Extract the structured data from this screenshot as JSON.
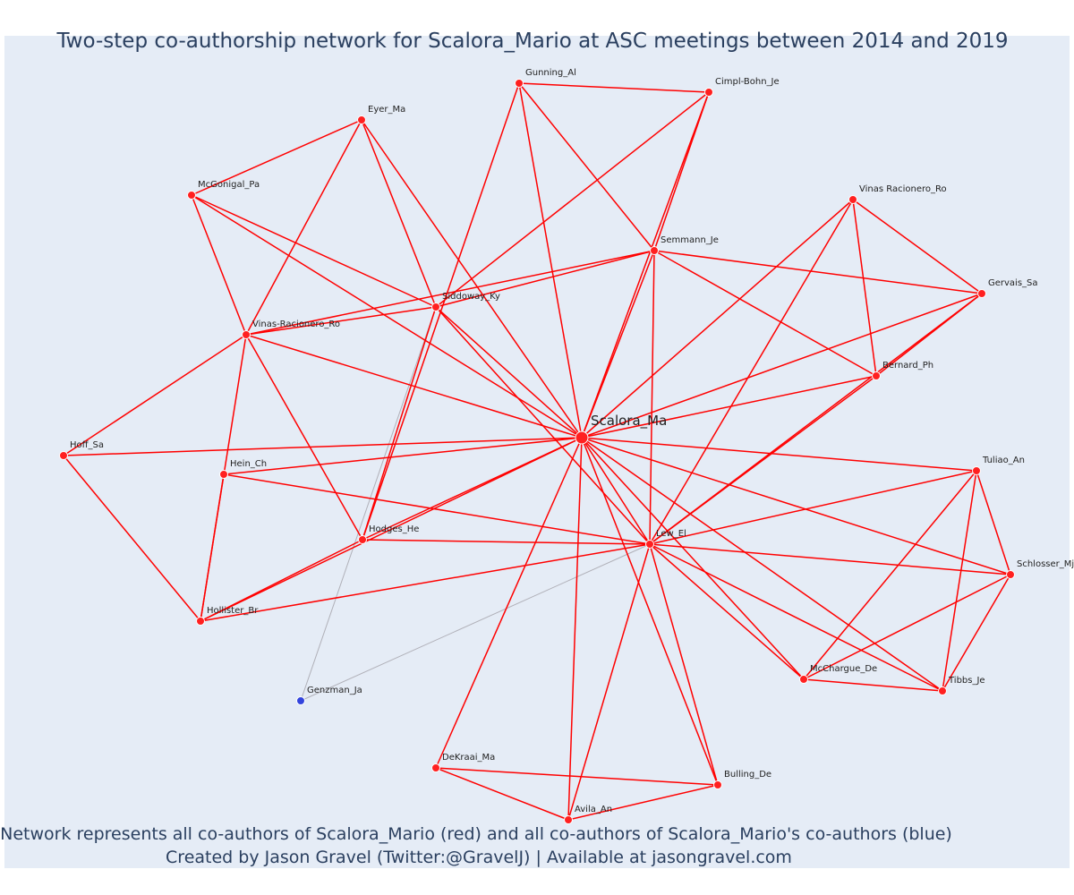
{
  "title": "Two-step co-authorship network for Scalora_Mario at ASC meetings between 2014 and 2019",
  "caption": {
    "line1": "Network represents all co-authors of Scalora_Mario (red) and all co-authors of Scalora_Mario's co-authors (blue)",
    "line2": "Created by Jason Gravel (Twitter:@GravelJ) | Available at jasongravel.com"
  },
  "colors": {
    "plot_bg": "#e5ecf6",
    "red_node": "#ff2020",
    "red_edge": "#ff0000",
    "blue_node": "#3344dd",
    "grey_edge": "#b0b0b8",
    "title_text": "#2a3f5f"
  },
  "nodes": [
    {
      "id": "Scalora_Ma",
      "label": "Scalora_Ma",
      "group": "red",
      "main": true
    },
    {
      "id": "Gunning_Al",
      "label": "Gunning_Al",
      "group": "red"
    },
    {
      "id": "Cimpl-Bohn_Je",
      "label": "Cimpl-Bohn_Je",
      "group": "red"
    },
    {
      "id": "Eyer_Ma",
      "label": "Eyer_Ma",
      "group": "red"
    },
    {
      "id": "McGonigal_Pa",
      "label": "McGonigal_Pa",
      "group": "red"
    },
    {
      "id": "Vinas Racionero_Ro",
      "label": "Vinas Racionero_Ro",
      "group": "red"
    },
    {
      "id": "Semmann_Je",
      "label": "Semmann_Je",
      "group": "red"
    },
    {
      "id": "Gervais_Sa",
      "label": "Gervais_Sa",
      "group": "red"
    },
    {
      "id": "Siddoway_Ky",
      "label": "Siddoway_Ky",
      "group": "red"
    },
    {
      "id": "Vinas-Racionero_Ro",
      "label": "Vinas-Racionero_Ro",
      "group": "red"
    },
    {
      "id": "Bernard_Ph",
      "label": "Bernard_Ph",
      "group": "red"
    },
    {
      "id": "Hoff_Sa",
      "label": "Hoff_Sa",
      "group": "red"
    },
    {
      "id": "Hein_Ch",
      "label": "Hein_Ch",
      "group": "red"
    },
    {
      "id": "Tuliao_An",
      "label": "Tuliao_An",
      "group": "red"
    },
    {
      "id": "Hodges_He",
      "label": "Hodges_He",
      "group": "red"
    },
    {
      "id": "Lew_El",
      "label": "Lew_El",
      "group": "red"
    },
    {
      "id": "Schlosser_Mj",
      "label": "Schlosser_Mj",
      "group": "red"
    },
    {
      "id": "Hollister_Br",
      "label": "Hollister_Br",
      "group": "red"
    },
    {
      "id": "McChargue_De",
      "label": "McChargue_De",
      "group": "red"
    },
    {
      "id": "Tibbs_Je",
      "label": "Tibbs_Je",
      "group": "red"
    },
    {
      "id": "Genzman_Ja",
      "label": "Genzman_Ja",
      "group": "blue"
    },
    {
      "id": "DeKraai_Ma",
      "label": "DeKraai_Ma",
      "group": "red"
    },
    {
      "id": "Bulling_De",
      "label": "Bulling_De",
      "group": "red"
    },
    {
      "id": "Avila_An",
      "label": "Avila_An",
      "group": "red"
    }
  ],
  "edges": [
    [
      "Scalora_Ma",
      "Gunning_Al"
    ],
    [
      "Scalora_Ma",
      "Cimpl-Bohn_Je"
    ],
    [
      "Scalora_Ma",
      "Eyer_Ma"
    ],
    [
      "Scalora_Ma",
      "McGonigal_Pa"
    ],
    [
      "Scalora_Ma",
      "Vinas Racionero_Ro"
    ],
    [
      "Scalora_Ma",
      "Semmann_Je"
    ],
    [
      "Scalora_Ma",
      "Gervais_Sa"
    ],
    [
      "Scalora_Ma",
      "Siddoway_Ky"
    ],
    [
      "Scalora_Ma",
      "Vinas-Racionero_Ro"
    ],
    [
      "Scalora_Ma",
      "Bernard_Ph"
    ],
    [
      "Scalora_Ma",
      "Hoff_Sa"
    ],
    [
      "Scalora_Ma",
      "Hein_Ch"
    ],
    [
      "Scalora_Ma",
      "Tuliao_An"
    ],
    [
      "Scalora_Ma",
      "Hodges_He"
    ],
    [
      "Scalora_Ma",
      "Lew_El"
    ],
    [
      "Scalora_Ma",
      "Schlosser_Mj"
    ],
    [
      "Scalora_Ma",
      "Hollister_Br"
    ],
    [
      "Scalora_Ma",
      "McChargue_De"
    ],
    [
      "Scalora_Ma",
      "Tibbs_Je"
    ],
    [
      "Scalora_Ma",
      "DeKraai_Ma"
    ],
    [
      "Scalora_Ma",
      "Bulling_De"
    ],
    [
      "Scalora_Ma",
      "Avila_An"
    ],
    [
      "Gunning_Al",
      "Cimpl-Bohn_Je"
    ],
    [
      "Gunning_Al",
      "Semmann_Je"
    ],
    [
      "Gunning_Al",
      "Hodges_He"
    ],
    [
      "Cimpl-Bohn_Je",
      "Semmann_Je"
    ],
    [
      "Cimpl-Bohn_Je",
      "Siddoway_Ky"
    ],
    [
      "Eyer_Ma",
      "McGonigal_Pa"
    ],
    [
      "Eyer_Ma",
      "Siddoway_Ky"
    ],
    [
      "Eyer_Ma",
      "Vinas-Racionero_Ro"
    ],
    [
      "McGonigal_Pa",
      "Siddoway_Ky"
    ],
    [
      "McGonigal_Pa",
      "Vinas-Racionero_Ro"
    ],
    [
      "Vinas Racionero_Ro",
      "Gervais_Sa"
    ],
    [
      "Vinas Racionero_Ro",
      "Bernard_Ph"
    ],
    [
      "Vinas Racionero_Ro",
      "Lew_El"
    ],
    [
      "Semmann_Je",
      "Siddoway_Ky"
    ],
    [
      "Semmann_Je",
      "Vinas-Racionero_Ro"
    ],
    [
      "Semmann_Je",
      "Gervais_Sa"
    ],
    [
      "Semmann_Je",
      "Bernard_Ph"
    ],
    [
      "Semmann_Je",
      "Lew_El"
    ],
    [
      "Gervais_Sa",
      "Bernard_Ph"
    ],
    [
      "Gervais_Sa",
      "Lew_El"
    ],
    [
      "Siddoway_Ky",
      "Vinas-Racionero_Ro"
    ],
    [
      "Siddoway_Ky",
      "Hodges_He"
    ],
    [
      "Siddoway_Ky",
      "Lew_El"
    ],
    [
      "Bernard_Ph",
      "Lew_El"
    ],
    [
      "Vinas-Racionero_Ro",
      "Hoff_Sa"
    ],
    [
      "Vinas-Racionero_Ro",
      "Hodges_He"
    ],
    [
      "Vinas-Racionero_Ro",
      "Hollister_Br"
    ],
    [
      "Hoff_Sa",
      "Hollister_Br"
    ],
    [
      "Hein_Ch",
      "Lew_El"
    ],
    [
      "Hein_Ch",
      "Hollister_Br"
    ],
    [
      "Tuliao_An",
      "Lew_El"
    ],
    [
      "Tuliao_An",
      "McChargue_De"
    ],
    [
      "Tuliao_An",
      "Tibbs_Je"
    ],
    [
      "Tuliao_An",
      "Schlosser_Mj"
    ],
    [
      "Hodges_He",
      "Lew_El"
    ],
    [
      "Hodges_He",
      "Hollister_Br"
    ],
    [
      "Lew_El",
      "Hollister_Br"
    ],
    [
      "Lew_El",
      "Schlosser_Mj"
    ],
    [
      "Lew_El",
      "McChargue_De"
    ],
    [
      "Lew_El",
      "Tibbs_Je"
    ],
    [
      "Lew_El",
      "Bulling_De"
    ],
    [
      "Lew_El",
      "Avila_An"
    ],
    [
      "Schlosser_Mj",
      "McChargue_De"
    ],
    [
      "Schlosser_Mj",
      "Tibbs_Je"
    ],
    [
      "McChargue_De",
      "Tibbs_Je"
    ],
    [
      "DeKraai_Ma",
      "Bulling_De"
    ],
    [
      "DeKraai_Ma",
      "Avila_An"
    ],
    [
      "Bulling_De",
      "Avila_An"
    ]
  ],
  "grey_edges": [
    [
      "Genzman_Ja",
      "Siddoway_Ky"
    ],
    [
      "Genzman_Ja",
      "Lew_El"
    ]
  ]
}
